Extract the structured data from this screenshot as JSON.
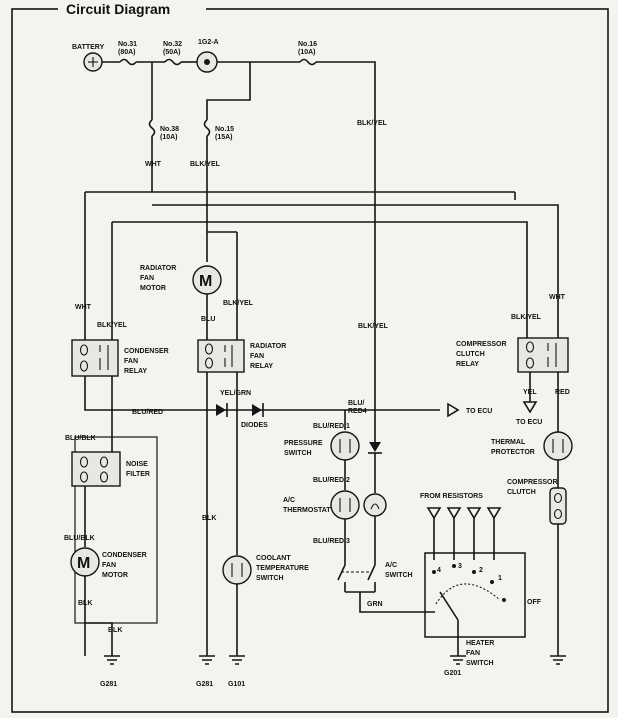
{
  "title": "Circuit Diagram",
  "labels": {
    "battery": "BATTERY",
    "no31": "No.31",
    "no31_rating": "(80A)",
    "no32": "No.32",
    "no32_rating": "(50A)",
    "ig2a": "1G2-A",
    "no16": "No.16",
    "no16_rating": "(10A)",
    "no38": "No.38",
    "no38_rating": "(10A)",
    "no15": "No.15",
    "no15_rating": "(15A)",
    "wht_top": "WHT",
    "blkyel_top": "BLK/YEL",
    "blkyel_right": "BLK/YEL",
    "rad_motor_1": "RADIATOR",
    "rad_motor_2": "FAN",
    "rad_motor_3": "MOTOR",
    "blkyel_rad": "BLK/YEL",
    "blu_rad": "BLU",
    "rad_relay_1": "RADIATOR",
    "rad_relay_2": "FAN",
    "rad_relay_3": "RELAY",
    "wht_left": "WHT",
    "blkyel_left": "BLK/YEL",
    "cond_relay_1": "CONDENSER",
    "cond_relay_2": "FAN",
    "cond_relay_3": "RELAY",
    "blkyel_mid": "BLK/YEL",
    "wht_right": "WHT",
    "blkyel_comp": "BLK/YEL",
    "comp_relay_1": "COMPRESSOR",
    "comp_relay_2": "CLUTCH",
    "comp_relay_3": "RELAY",
    "yelgrn": "YEL/GRN",
    "blured_wire": "BLU/RED",
    "diodes": "DIODES",
    "blured4_1": "BLU/",
    "blured4_2": "RED4",
    "to_ecu_1": "TO ECU",
    "yel": "YEL",
    "red": "RED",
    "to_ecu_2": "TO ECU",
    "blublk_1": "BLU/BLK",
    "noise_1": "NOISE",
    "noise_2": "FILTER",
    "blured1": "BLU/RED 1",
    "press_1": "PRESSURE",
    "press_2": "SWITCH",
    "thermal_1": "THERMAL",
    "thermal_2": "PROTECTOR",
    "blured2": "BLU/RED 2",
    "ac_thermo_1": "A/C",
    "ac_thermo_2": "THERMOSTAT",
    "from_resistors": "FROM RESISTORS",
    "comp_clutch_1": "COMPRESSOR",
    "comp_clutch_2": "CLUTCH",
    "blk_mid": "BLK",
    "blublk_2": "BLU/BLK",
    "cond_motor_1": "CONDENSER",
    "cond_motor_2": "FAN",
    "cond_motor_3": "MOTOR",
    "blured3": "BLU/RED 3",
    "coolant_1": "COOLANT",
    "coolant_2": "TEMPERATURE",
    "coolant_3": "SWITCH",
    "ac_sw_1": "A/C",
    "ac_sw_2": "SWITCH",
    "pos4": "4",
    "pos3": "3",
    "pos2": "2",
    "pos1": "1",
    "off": "OFF",
    "blk_left": "BLK",
    "grn": "GRN",
    "blk_bottom": "BLK",
    "heater_1": "HEATER",
    "heater_2": "FAN",
    "heater_3": "SWITCH",
    "motor_m1": "M",
    "motor_m2": "M",
    "g281_left": "G281",
    "g281_mid": "G281",
    "g101": "G101",
    "g201": "G201"
  }
}
